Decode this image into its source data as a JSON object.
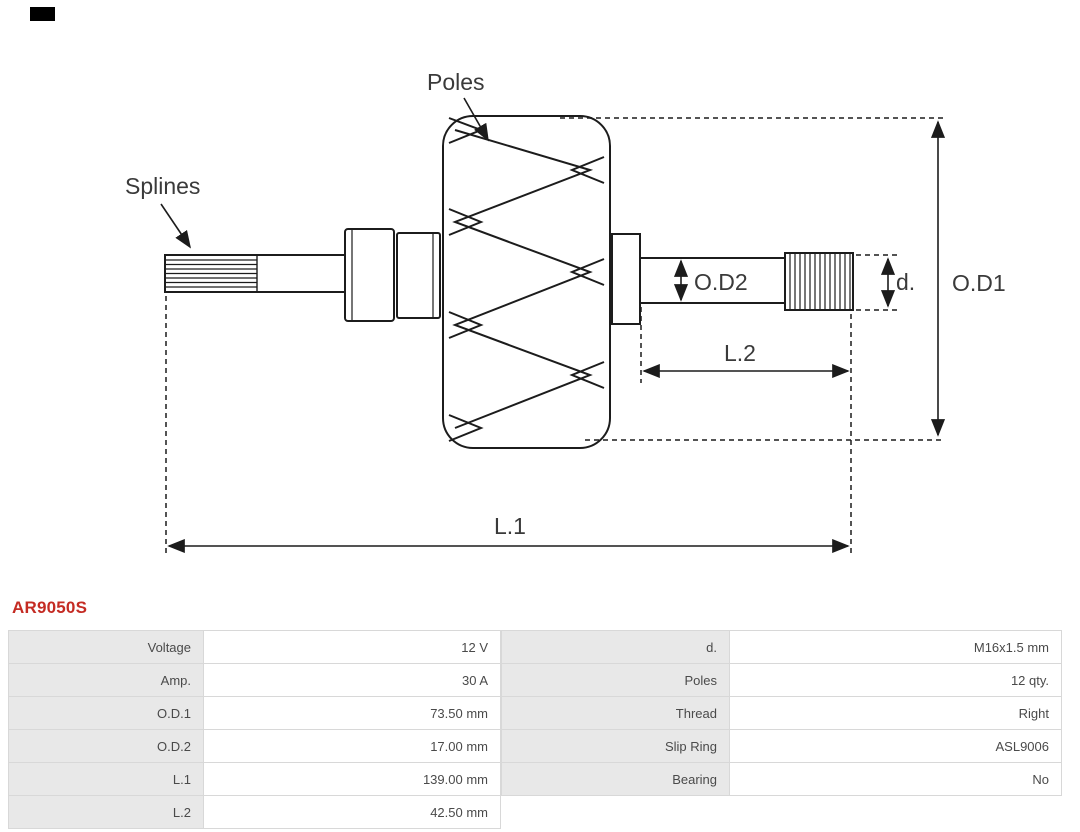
{
  "part_number": "AR9050S",
  "colors": {
    "part_number": "#c42b23",
    "line": "#1c1c1c",
    "table_label_bg": "#e8e8e8",
    "table_border": "#d8d8d8",
    "table_text": "#4a4a4a"
  },
  "diagram": {
    "labels": {
      "poles": "Poles",
      "splines": "Splines",
      "od1": "O.D1",
      "od2": "O.D2",
      "d": "d.",
      "l1": "L.1",
      "l2": "L.2"
    }
  },
  "tables": {
    "left": {
      "rows": [
        {
          "label": "Voltage",
          "value": "12 V"
        },
        {
          "label": "Amp.",
          "value": "30 A"
        },
        {
          "label": "O.D.1",
          "value": "73.50 mm"
        },
        {
          "label": "O.D.2",
          "value": "17.00 mm"
        },
        {
          "label": "L.1",
          "value": "139.00 mm"
        },
        {
          "label": "L.2",
          "value": "42.50 mm"
        }
      ]
    },
    "right": {
      "rows": [
        {
          "label": "d.",
          "value": "M16x1.5 mm"
        },
        {
          "label": "Poles",
          "value": "12 qty."
        },
        {
          "label": "Thread",
          "value": "Right"
        },
        {
          "label": "Slip Ring",
          "value": "ASL9006"
        },
        {
          "label": "Bearing",
          "value": "No"
        }
      ]
    }
  }
}
